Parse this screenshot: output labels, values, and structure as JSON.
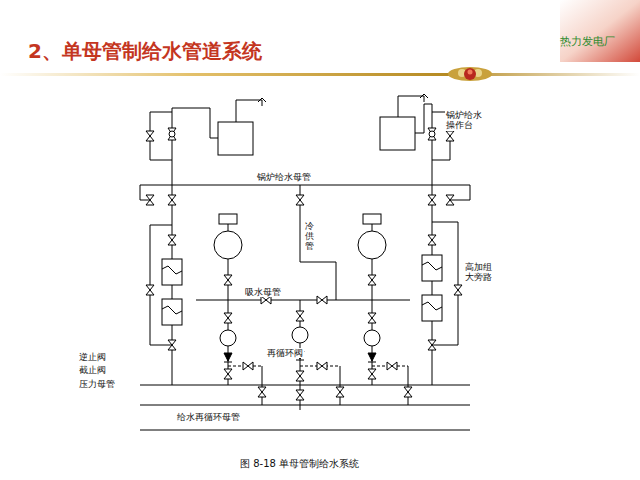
{
  "diagram": {
    "title": "2、单母管制给水管道系统",
    "caption": "图 8-18 单母管制给水系统",
    "labels": [
      "热力发电厂",
      "锅炉给水母管",
      "锅炉给水操作台",
      "冷供管",
      "高加组大旁路",
      "吸水母管",
      "再循环阀",
      "逆止阀",
      "截止阀",
      "压力母管",
      "给水再循环母管"
    ]
  }
}
